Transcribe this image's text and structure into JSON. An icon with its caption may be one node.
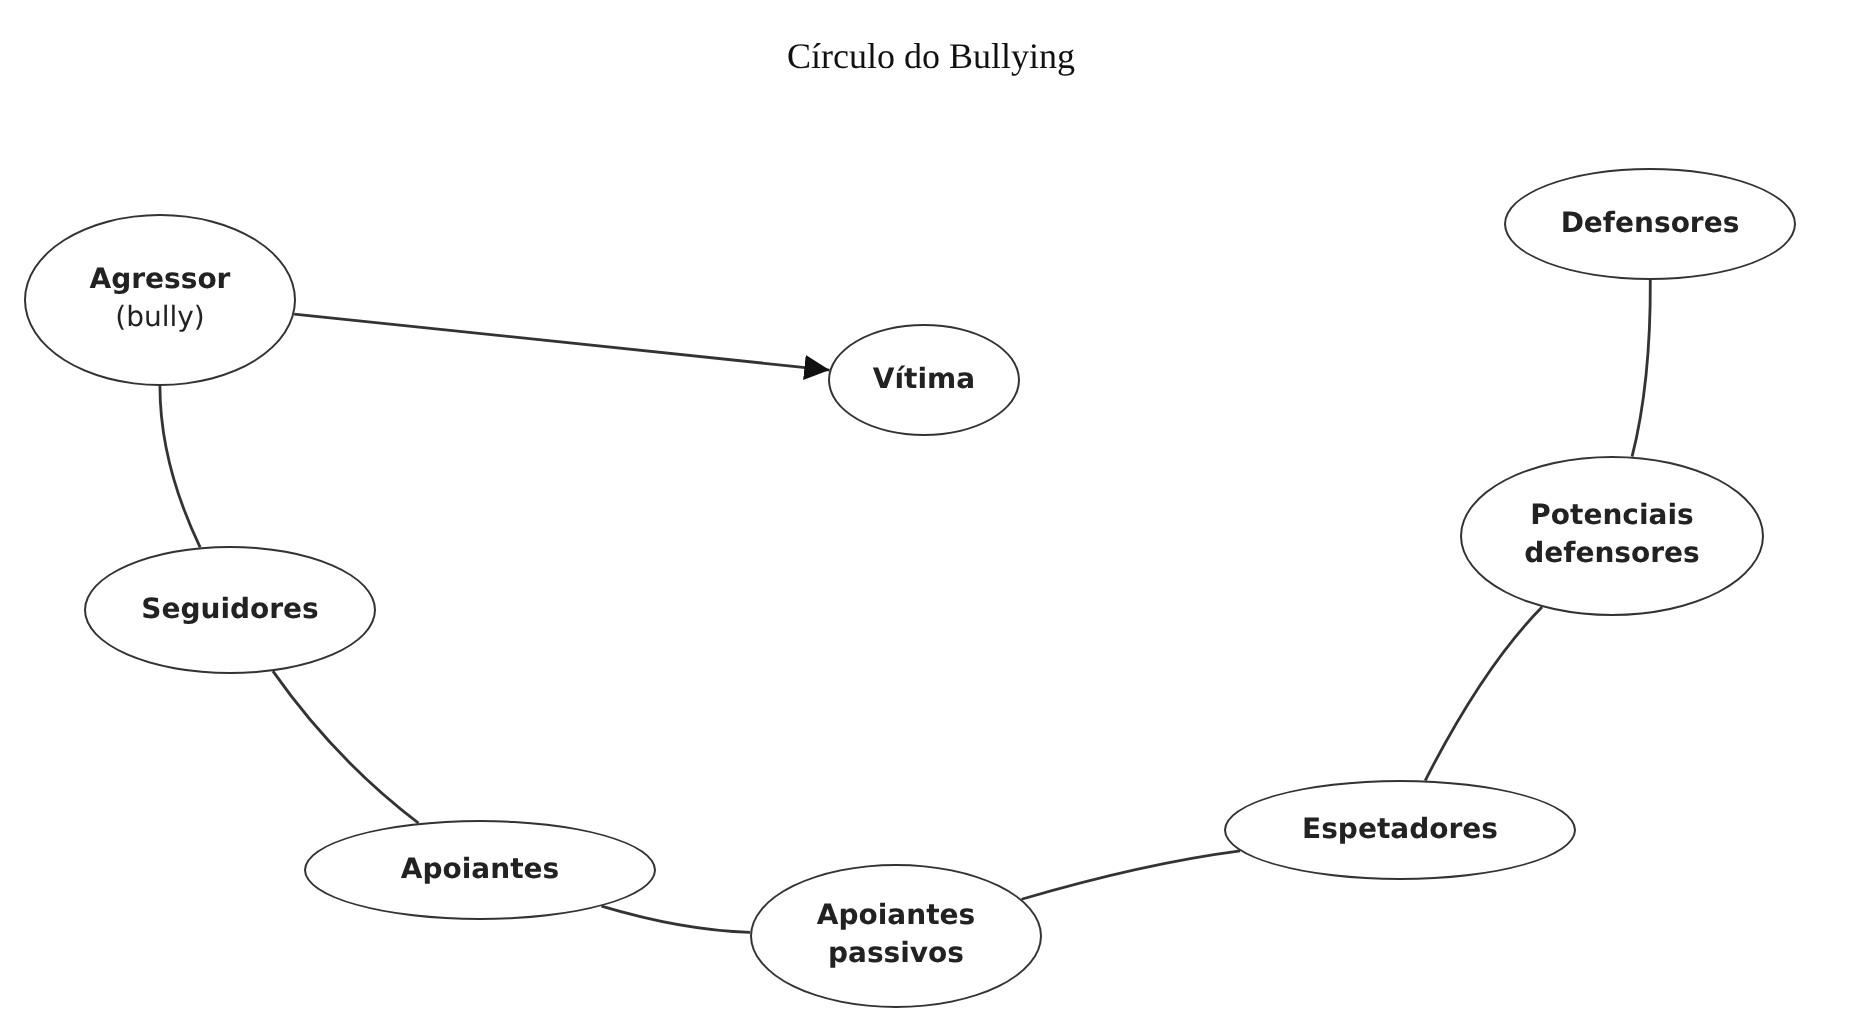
{
  "diagram": {
    "title": "Círculo do Bullying",
    "nodes": [
      {
        "text": [
          "Agressor",
          "(bully)"
        ]
      },
      {
        "text": [
          "Vítima"
        ]
      },
      {
        "text": [
          "Defensores"
        ]
      },
      {
        "text": [
          "Potenciais defensores"
        ]
      },
      {
        "text": [
          "Seguidores"
        ]
      },
      {
        "text": [
          "Apoiantes"
        ]
      },
      {
        "text": [
          "Apoiantes passivos"
        ]
      },
      {
        "text": [
          "Espetadores"
        ]
      }
    ],
    "edges": [
      {
        "from": 0,
        "to": 1,
        "arrow": "to"
      },
      {
        "from": 0,
        "to": 4,
        "arrow": "none"
      },
      {
        "from": 4,
        "to": 5,
        "arrow": "none"
      },
      {
        "from": 5,
        "to": 6,
        "arrow": "none"
      },
      {
        "from": 6,
        "to": 7,
        "arrow": "none"
      },
      {
        "from": 7,
        "to": 3,
        "arrow": "none"
      },
      {
        "from": 3,
        "to": 2,
        "arrow": "none"
      }
    ]
  }
}
